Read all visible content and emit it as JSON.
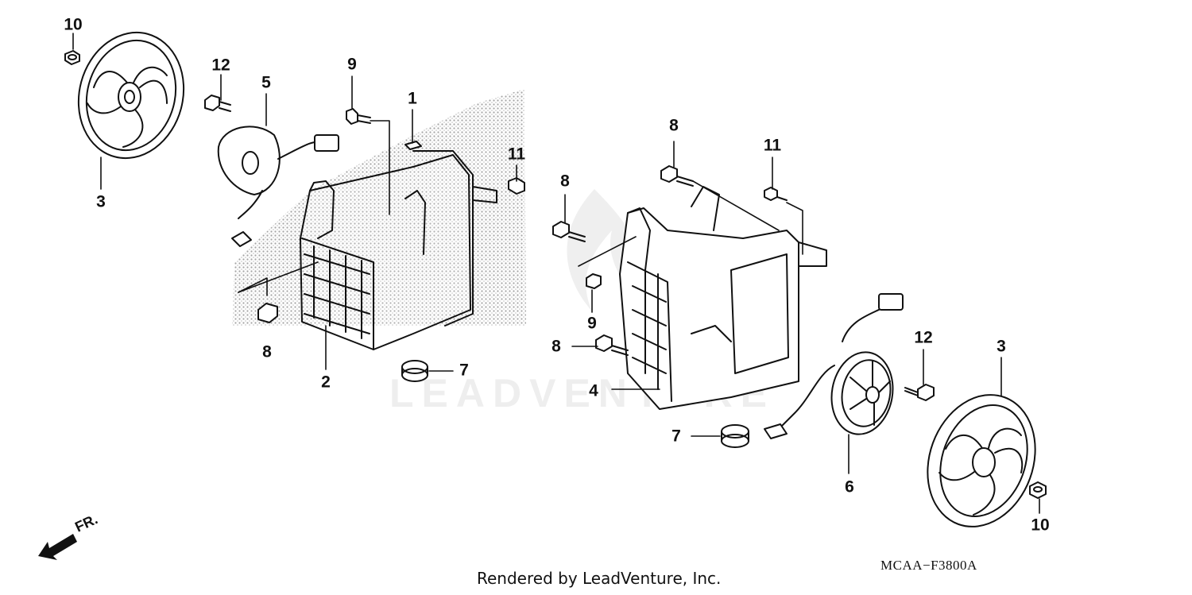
{
  "diagram": {
    "callouts": [
      "10",
      "3",
      "12",
      "5",
      "9",
      "1",
      "11",
      "8",
      "2",
      "7",
      "8",
      "11",
      "8",
      "9",
      "8",
      "4",
      "7",
      "6",
      "12",
      "3",
      "10"
    ],
    "direction_label": "FR.",
    "diagram_code": "MCAA−F3800A",
    "watermark_text": "LEADVENTURE",
    "footer": "Rendered by LeadVenture, Inc."
  },
  "icons": {
    "direction_arrow": "front-direction-arrow-icon",
    "watermark_logo": "leadventure-flame-logo"
  },
  "colors": {
    "line": "#111111",
    "stipple": "#9a9a9a",
    "watermark": "#eeeeee",
    "background": "#ffffff"
  }
}
